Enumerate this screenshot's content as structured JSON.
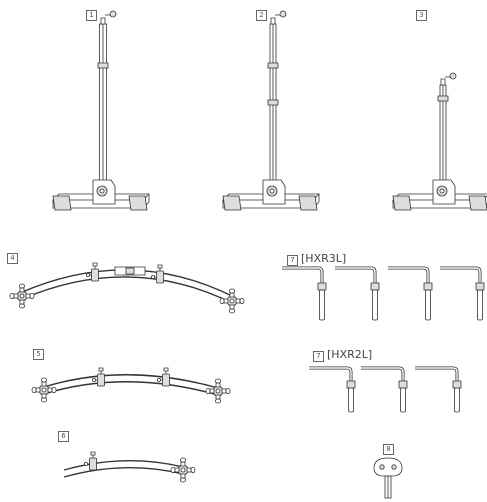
{
  "figure": {
    "panels": [
      {
        "id": "stand-tall",
        "number": "1"
      },
      {
        "id": "stand-mid",
        "number": "2"
      },
      {
        "id": "stand-short",
        "number": "3"
      },
      {
        "id": "arc-bar-long",
        "number": "4"
      },
      {
        "id": "hxr3l",
        "number": "7",
        "label": "[HXR3L]"
      },
      {
        "id": "arc-bar-medium",
        "number": "5"
      },
      {
        "id": "hxr2l",
        "number": "7",
        "label": "[HXR2L]"
      },
      {
        "id": "arc-bar-short",
        "number": "6"
      },
      {
        "id": "drum-key",
        "number": "8"
      }
    ]
  }
}
